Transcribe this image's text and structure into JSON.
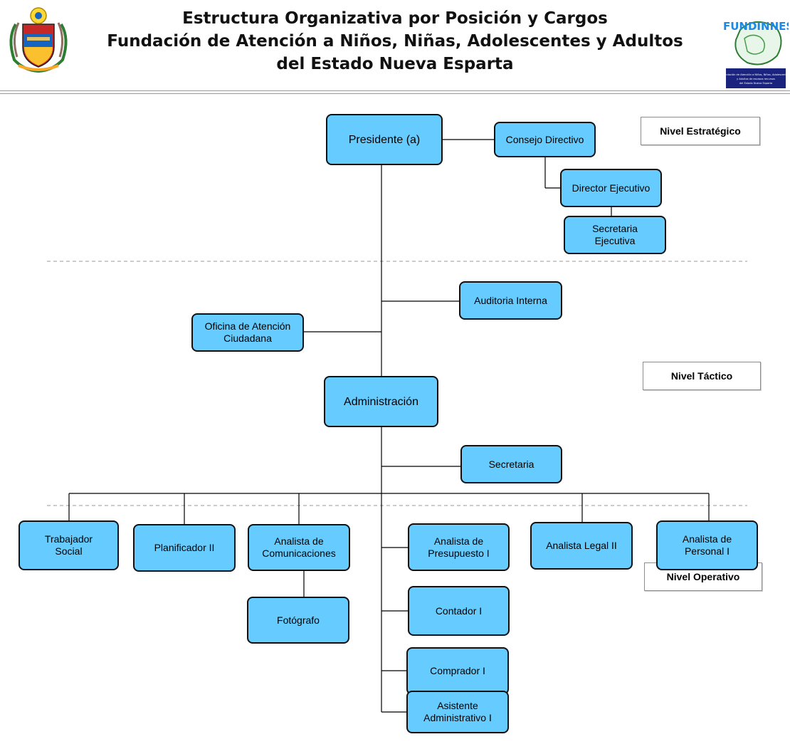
{
  "header": {
    "title_line1": "Estructura Organizativa por Posición y Cargos",
    "title_line2": "Fundación de Atención a Niños, Niñas, Adolescentes y Adultos",
    "title_line3": "del Estado Nueva Esparta"
  },
  "logos": {
    "right_text": "FUNDINNES",
    "right_caption": "Fundación de Atención a Niños, Niñas, Adolescentes y Adultos de escasos recursos del Estado Nueva Esparta"
  },
  "levels": {
    "strategic": "Nivel Estratégico",
    "tactical": "Nivel Táctico",
    "operative": "Nivel Operativo"
  },
  "nodes": {
    "presidente": "Presidente (a)",
    "consejo": "Consejo Directivo",
    "director": "Director Ejecutivo",
    "secretaria_ejecutiva": "Secretaria\nEjecutiva",
    "auditoria": "Auditoria Interna",
    "oficina": "Oficina de Atención\nCiudadana",
    "administracion": "Administración",
    "secretaria": "Secretaria",
    "trabajador": "Trabajador\nSocial",
    "planificador": "Planificador II",
    "analista_com": "Analista de\nComunicaciones",
    "fotografo": "Fotógrafo",
    "analista_pres": "Analista de\nPresupuesto I",
    "contador": "Contador I",
    "comprador": "Comprador I",
    "asistente": "Asistente\nAdministrativo I",
    "analista_legal": "Analista Legal II",
    "analista_personal": "Analista de\nPersonal I"
  },
  "colors": {
    "box_fill": "#66ccff",
    "box_border": "#111111",
    "connector": "#000000",
    "separator": "#9a9a9a"
  }
}
